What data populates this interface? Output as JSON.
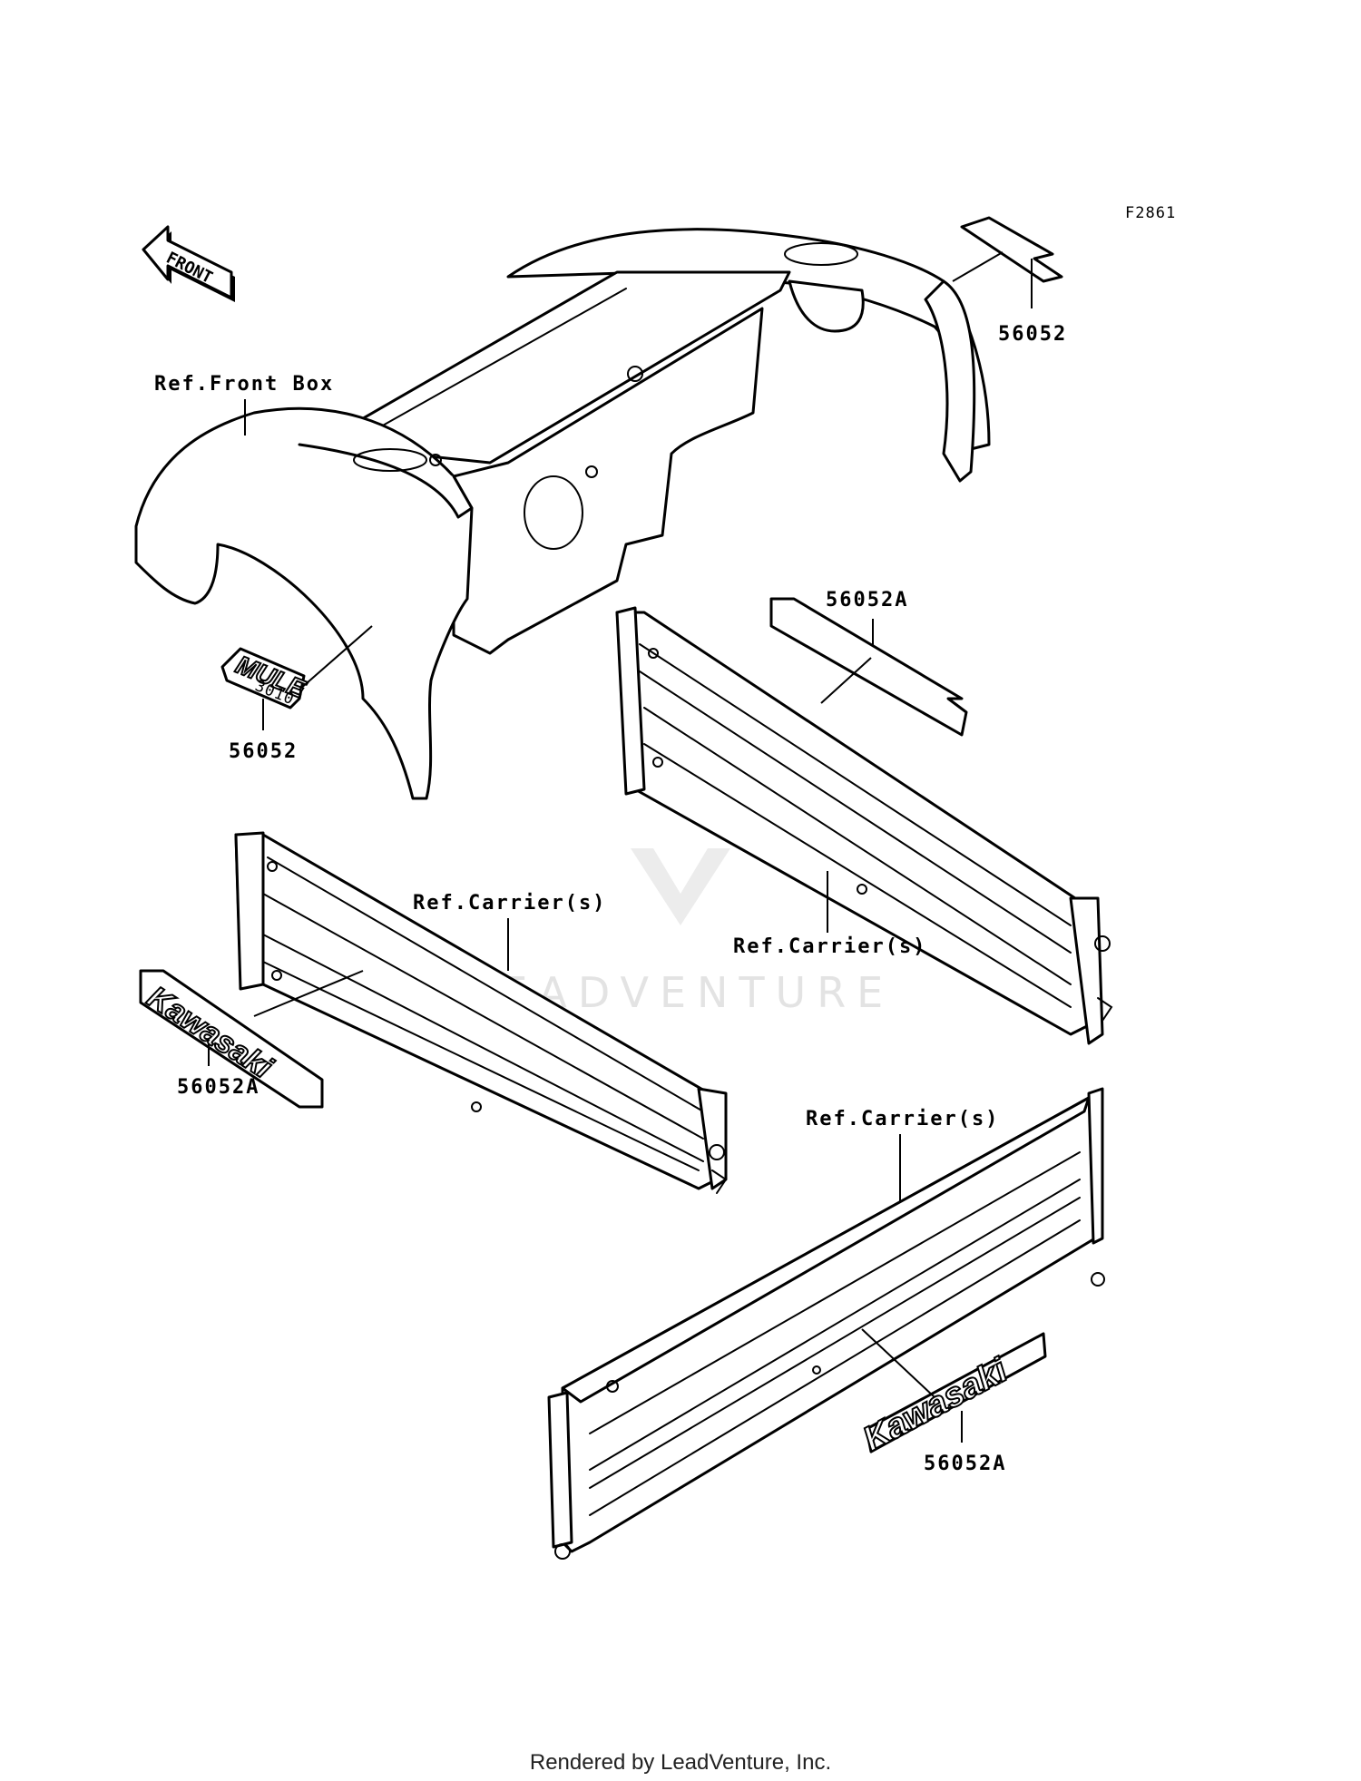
{
  "figure_code": "F2861",
  "front_arrow_label": "FRONT",
  "callouts": {
    "ref_front_box": "Ref.Front Box",
    "ref_carrier_left": "Ref.Carrier(s)",
    "ref_carrier_right": "Ref.Carrier(s)",
    "ref_carrier_tailgate": "Ref.Carrier(s)",
    "part_56052_fender": "56052",
    "part_56052_mule": "56052",
    "part_56052a_strip": "56052A",
    "part_56052a_left": "56052A",
    "part_56052a_tailgate": "56052A"
  },
  "decals": {
    "mule_text": "MULE",
    "mule_model": "3010",
    "kawasaki_left": "Kawasaki",
    "kawasaki_tailgate": "Kawasaki"
  },
  "watermark": "LEADVENTURE",
  "footer": "Rendered by LeadVenture, Inc."
}
